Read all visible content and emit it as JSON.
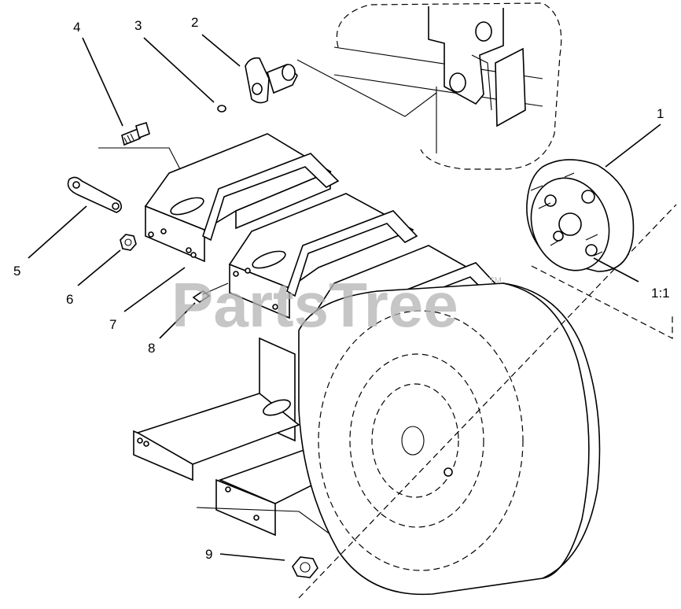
{
  "callouts": [
    {
      "id": "c1",
      "label": "1"
    },
    {
      "id": "c1-1",
      "label": "1:1"
    },
    {
      "id": "c2",
      "label": "2"
    },
    {
      "id": "c3",
      "label": "3"
    },
    {
      "id": "c4",
      "label": "4"
    },
    {
      "id": "c5",
      "label": "5"
    },
    {
      "id": "c6",
      "label": "6"
    },
    {
      "id": "c7",
      "label": "7"
    },
    {
      "id": "c8",
      "label": "8"
    },
    {
      "id": "c9",
      "label": "9"
    }
  ],
  "watermark": {
    "text": "PartsTree",
    "trademark": "TM"
  }
}
